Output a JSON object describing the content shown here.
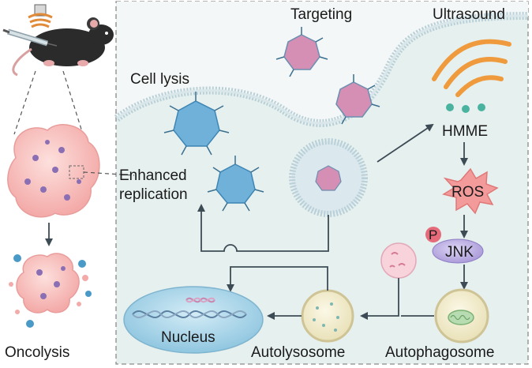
{
  "labels": {
    "targeting": "Targeting",
    "ultrasound": "Ultrasound",
    "cell_lysis": "Cell lysis",
    "hmme": "HMME",
    "enhanced": "Enhanced",
    "replication": "replication",
    "ros": "ROS",
    "phospho": "P",
    "jnk": "JNK",
    "nucleus": "Nucleus",
    "autolysosome": "Autolysosome",
    "autophagosome": "Autophagosome",
    "oncolysis": "Oncolysis"
  },
  "colors": {
    "panel_bg": "#e6f0ef",
    "membrane": "#c9dde3",
    "virus_blue": "#6fb1d9",
    "virus_pink": "#d58fb4",
    "tumor": "#f6c1bf",
    "ros": "#f39a9a",
    "jnk": "#c3b6e6",
    "nucleus": "#b9dcec",
    "vesicle": "#f3efd2",
    "ultrasound": "#ef9a3d",
    "hmme": "#4ab3a0",
    "mouse": "#2b2b2b",
    "arrow": "#3d4b55"
  },
  "icons": [
    "mouse-icon",
    "syringe-icon",
    "virus-icon",
    "tumor-icon",
    "ultrasound-waves-icon",
    "dna-icon",
    "mitochondrion-icon",
    "lysosome-icon"
  ]
}
